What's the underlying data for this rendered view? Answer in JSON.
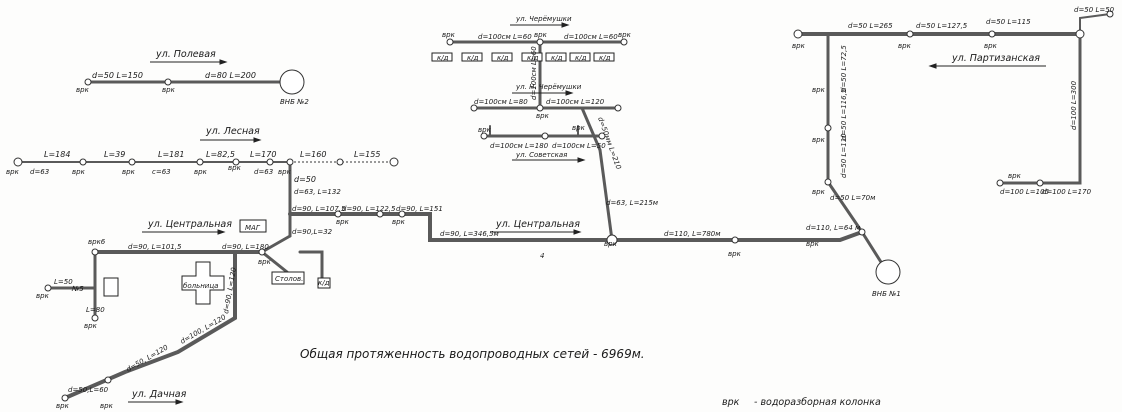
{
  "streets": {
    "poleva": "ул. Полевая",
    "lesnaya": "ул. Лесная",
    "tsentralnaya_left": "ул. Центральная",
    "tsentralnaya_mid": "ул. Центральная",
    "dachnaya": "ул. Дачная",
    "cheremushki": "ул. Черёмушки",
    "n_cheremushki": "ул. Н. Черёмушки",
    "sovetskaya": "ул. Советская",
    "partizanskaya": "ул. Партизанская"
  },
  "towers": {
    "vnb2": "ВНБ №2",
    "vnb1": "ВНБ №1"
  },
  "buildings": {
    "mag": "МАГ",
    "bolnitsa": "больница",
    "stolovaya": "Столов.",
    "n5": "№5"
  },
  "labels": {
    "vrk": "врк",
    "d63": "d=63",
    "c63": "c=63",
    "pol_a": "d=50 L=150",
    "pol_b": "d=80 L=200",
    "les_1": "L=184",
    "les_2": "L=39",
    "les_3": "L=181",
    "les_4": "L=82,5",
    "les_5": "L=170",
    "les_6": "L=160",
    "les_7": "L=155",
    "d50": "d=50",
    "d63_132": "d=63, L=132",
    "d90_1075": "d=90, L=107,5",
    "d90_1225": "d=90, L=122,5",
    "d90_151": "d=90, L=151",
    "d90_32": "d=90,L=32",
    "d90_1015": "d=90, L=101,5",
    "d90_180": "d=90, L=180",
    "vrk6": "врк6",
    "l50": "L=50",
    "l80": "L=80",
    "d90_120": "d=90, L=120",
    "d100_120": "d=100, L=120",
    "d50_120": "d=50, L=120",
    "d50_l60": "d=50,L=60",
    "d90_3465": "d=90, L=346,5м",
    "d110_780": "d=110, L=780м",
    "d110_64": "d=110, L=64 м",
    "d50_70": "d=50 L=70м",
    "d63_215": "d=63, L=215м",
    "d50_210": "d=50мм L=210",
    "ch_60a": "d=100см L=60",
    "ch_60b": "d=100см L=60",
    "ch_vert": "d=100см L=60",
    "ch_80": "d=100см L=80",
    "ch_120": "d=100см L=120",
    "ch_180": "d=100см L=180",
    "ch_50": "d=100см L=50",
    "kd": "к/д",
    "p_265": "d=50 L=265",
    "p_1275": "d=50 L=127,5",
    "p_115": "d=50 L=115",
    "p_50": "d=50 L=50",
    "p_725": "d=50 L=72,5",
    "p_1165": "d=50 L=116,5",
    "p_110": "d=50 L=110",
    "p_300": "d=100 L=300",
    "p_105": "d=100 L=105",
    "p_170": "d=100 L=170",
    "num4": "4"
  },
  "total_length": "Общая протяженность водопроводных сетей - 6969м.",
  "legend": {
    "symbol": "врк",
    "text": "- водоразборная колонка"
  }
}
